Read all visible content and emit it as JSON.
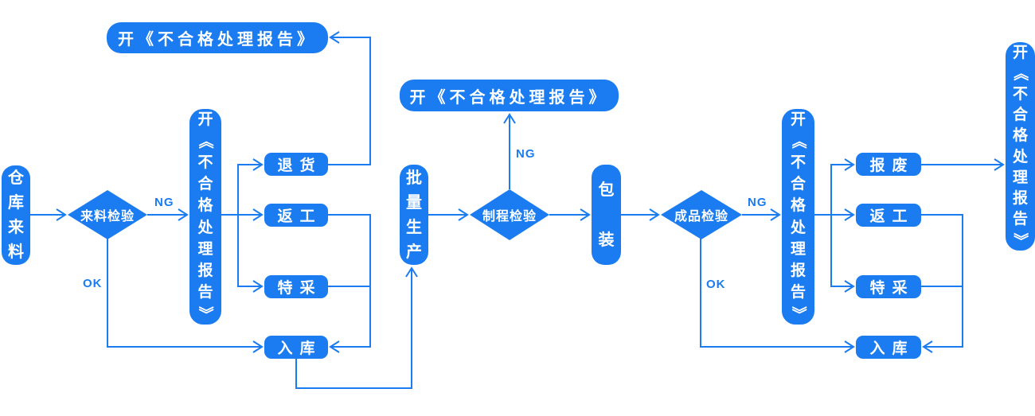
{
  "diagram": {
    "colors": {
      "accent": "#1a7cf0",
      "background": "#ffffff",
      "node_text": "#ffffff"
    },
    "nodes": {
      "warehouse_incoming": "仓库来料",
      "incoming_inspection": "来料检验",
      "ng_report_left": "开《不合格处理报告》",
      "ng_report_top_left": "开《不合格处理报告》",
      "return_goods": "退货",
      "rework_left": "返工",
      "special_accept_left": "特采",
      "storage_left": "入库",
      "batch_production": "批量生产",
      "process_inspection": "制程检验",
      "ng_report_top_center": "开《不合格处理报告》",
      "packaging": "包装",
      "final_inspection": "成品检验",
      "ng_report_right": "开《不合格处理报告》",
      "scrap": "报废",
      "rework_right": "返工",
      "special_accept_right": "特采",
      "storage_right": "入库",
      "ng_report_far_right": "开《不合格处理报告》"
    },
    "edge_labels": {
      "ng_incoming": "NG",
      "ok_incoming": "OK",
      "ng_process": "NG",
      "ng_final": "NG",
      "ok_final": "OK"
    }
  }
}
